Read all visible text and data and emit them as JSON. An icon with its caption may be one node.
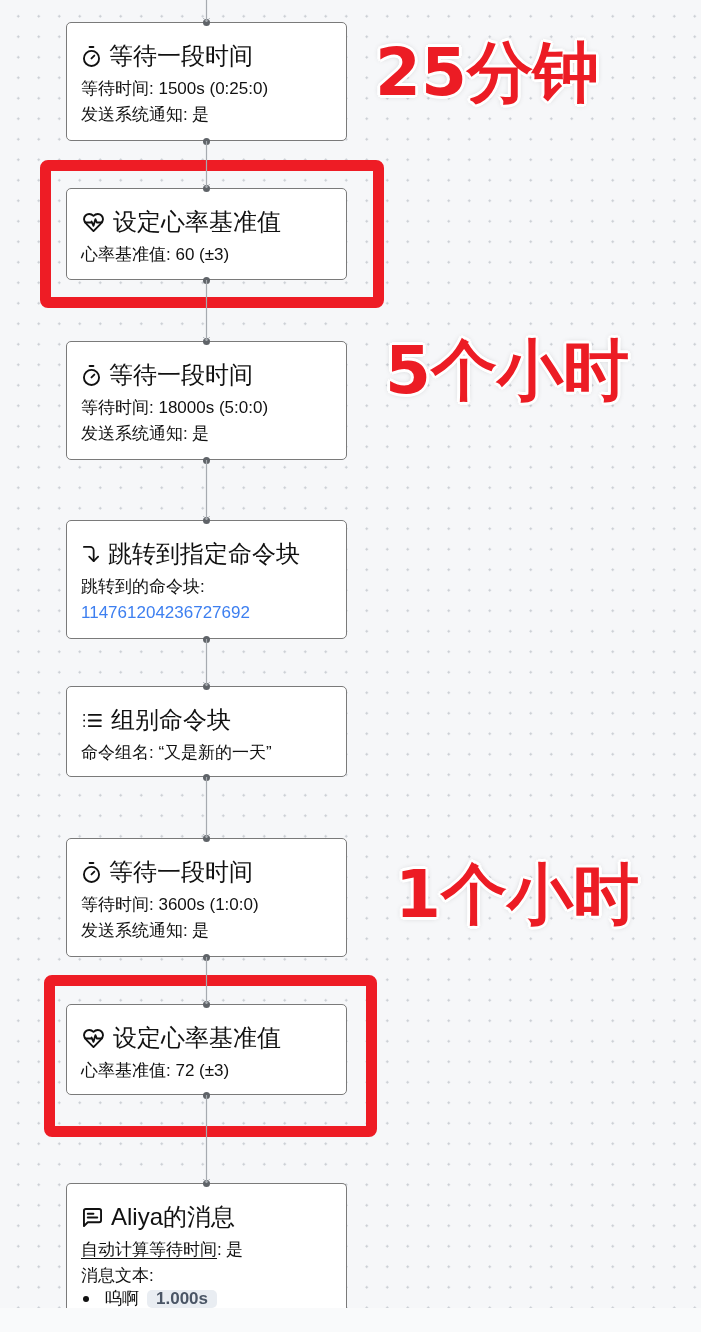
{
  "diagram": {
    "nodes": [
      {
        "text": [
          "等待一段时间",
          "等待时间: 1500s (0:25:0)",
          "发送系统通知: 是"
        ],
        "beside": [
          "25分钟"
        ]
      },
      {
        "text": [],
        "shape": "box"
      },
      {
        "text": [
          "设定心率基准值",
          "心率基准值: 60 (±3)"
        ],
        "in": 1
      },
      {
        "text": [
          "等待一段时间",
          "等待时间: 18000s (5:0:0)",
          "发送系统通知: 是"
        ],
        "beside": [
          "5个小时"
        ]
      },
      {
        "text": [
          "跳转到指定命令块",
          "跳转到的命令块:",
          "114761204236727692"
        ]
      },
      {
        "text": [
          "组别命令块",
          "命令组名: “又是新的一天”"
        ]
      },
      {
        "text": [
          "等待一段时间",
          "等待时间: 3600s (1:0:0)",
          "发送系统通知: 是"
        ],
        "beside": [
          "1个小时"
        ]
      },
      {
        "text": [],
        "shape": "box"
      },
      {
        "text": [
          "设定心率基准值",
          "心率基准值: 72 (±3)"
        ],
        "in": 7
      },
      {
        "text": [
          "Aliya的消息",
          "自动计算等待时间: 是",
          "消息文本:",
          "呜啊",
          "1.000s"
        ]
      }
    ],
    "edges": [
      {
        "from": null,
        "to": 0,
        "arrow": "to"
      },
      {
        "from": 0,
        "to": 2,
        "arrow": "to"
      },
      {
        "from": 2,
        "to": 3,
        "arrow": "to"
      },
      {
        "from": 3,
        "to": 4,
        "arrow": "to"
      },
      {
        "from": 4,
        "to": 5,
        "arrow": "to"
      },
      {
        "from": 5,
        "to": 6,
        "arrow": "to"
      },
      {
        "from": 6,
        "to": 8,
        "arrow": "to"
      },
      {
        "from": 8,
        "to": 9,
        "arrow": "to"
      }
    ]
  }
}
